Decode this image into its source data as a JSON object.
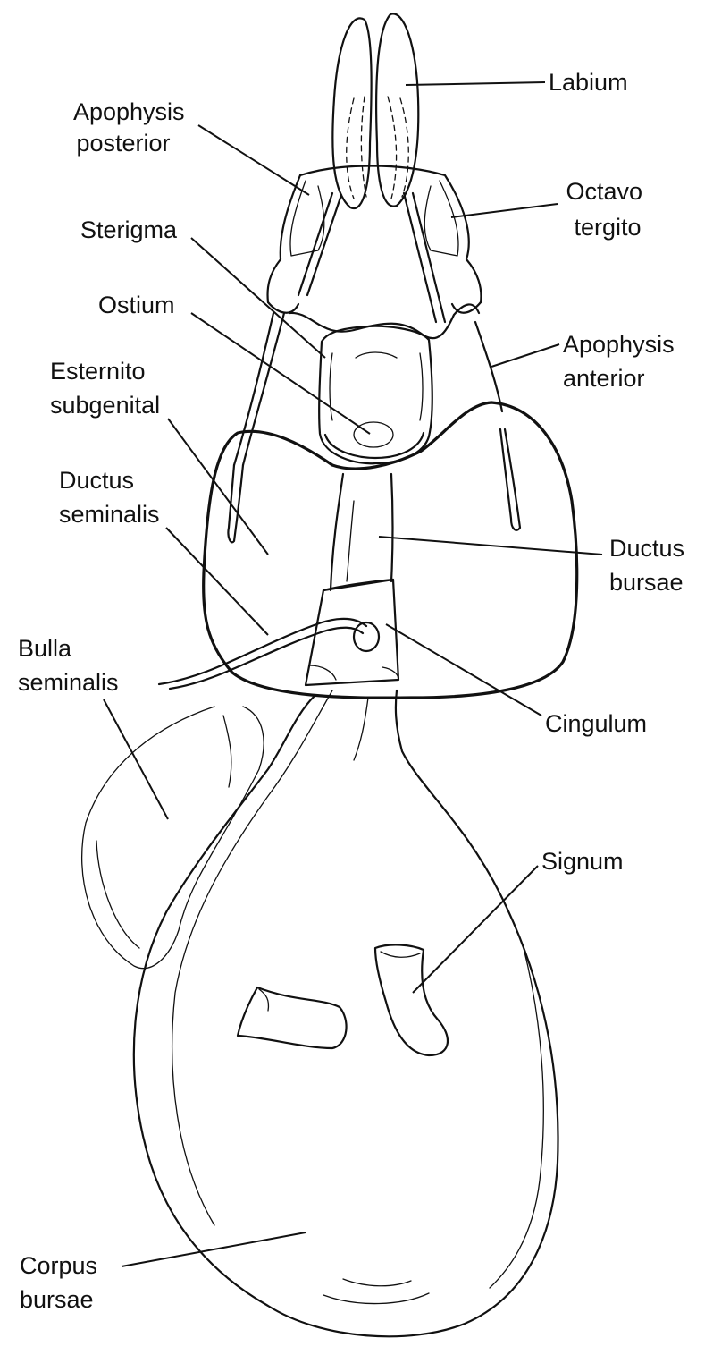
{
  "figure": {
    "labels": {
      "labium": "Labium",
      "apophysis_posterior": [
        "Apophysis",
        "posterior"
      ],
      "octavo_tergito": [
        "Octavo",
        "tergito"
      ],
      "sterigma": "Sterigma",
      "ostium": "Ostium",
      "apophysis_anterior": [
        "Apophysis",
        "anterior"
      ],
      "esternito_subgenital": [
        "Esternito",
        "subgenital"
      ],
      "ductus_seminalis": [
        "Ductus",
        "seminalis"
      ],
      "ductus_bursae": [
        "Ductus",
        "bursae"
      ],
      "bulla_seminalis": [
        "Bulla",
        "seminalis"
      ],
      "cingulum": "Cingulum",
      "signum": "Signum",
      "corpus_bursae": [
        "Corpus",
        "bursae"
      ]
    },
    "colors": {
      "ink": "#111111",
      "background": "#ffffff"
    }
  }
}
